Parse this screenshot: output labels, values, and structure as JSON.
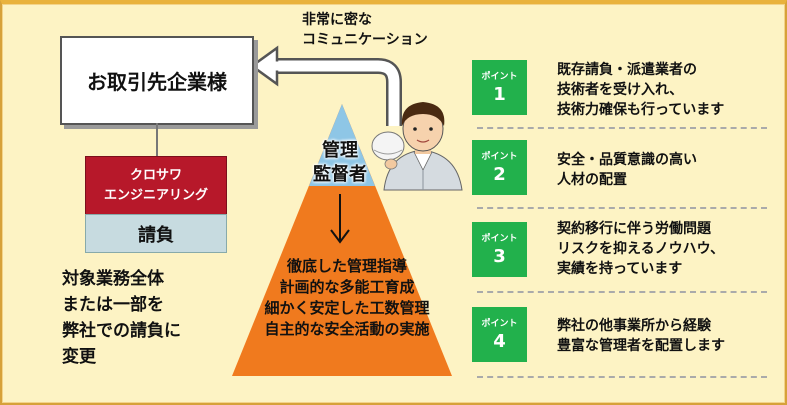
{
  "client": {
    "label": "お取引先企業様"
  },
  "contractor": {
    "name_line1": "クロサワ",
    "name_line2": "エンジニアリング",
    "type": "請負"
  },
  "scope": {
    "lines": [
      "対象業務全体",
      "または一部を",
      "弊社での請負に",
      "変更"
    ]
  },
  "communication": {
    "lines": [
      "非常に密な",
      "コミュニケーション"
    ]
  },
  "pyramid": {
    "title_line1": "管理",
    "title_line2": "監督者",
    "items": [
      "徹底した管理指導",
      "計画的な多能工育成",
      "細かく安定した工数管理",
      "自主的な安全活動の実施"
    ]
  },
  "points": [
    {
      "label": "ポイント",
      "num": "1",
      "lines": [
        "既存請負・派遣業者の",
        "技術者を受け入れ、",
        "技術力確保も行っています"
      ]
    },
    {
      "label": "ポイント",
      "num": "2",
      "lines": [
        "安全・品質意識の高い",
        "人材の配置"
      ]
    },
    {
      "label": "ポイント",
      "num": "3",
      "lines": [
        "契約移行に伴う労働問題",
        "リスクを抑えるノウハウ、",
        "実績を持っています"
      ]
    },
    {
      "label": "ポイント",
      "num": "4",
      "lines": [
        "弊社の他事業所から経験",
        "豊富な管理者を配置します"
      ]
    }
  ],
  "colors": {
    "background": "#fdf3c4",
    "border": "#d6a13a",
    "contractor_red": "#b7182a",
    "contractor_blue": "#c7dbe0",
    "pyramid_orange": "#f07a1e",
    "pyramid_blue": "#8ec6e6",
    "point_green": "#22b14c"
  },
  "icons": [
    "worker-illustration-icon",
    "u-turn-arrow-icon",
    "down-arrow-icon"
  ]
}
